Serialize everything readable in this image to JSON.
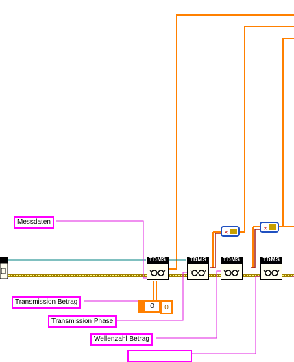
{
  "diagram": {
    "labels": {
      "messdaten": "Messdaten",
      "transmission_betrag": "Transmission Betrag",
      "transmission_phase": "Transmission Phase",
      "wellenzahl_betrag": "Wellenzahl Betrag"
    },
    "tdms_nodes": [
      "TDMS",
      "TDMS",
      "TDMS",
      "TDMS"
    ],
    "constants": {
      "index_value": "0",
      "indicator_value": "0"
    },
    "wire_colors": {
      "orange": "#ff8000",
      "pink": "#e020e0",
      "teal": "#008080",
      "error_cluster": "#a08000"
    }
  }
}
